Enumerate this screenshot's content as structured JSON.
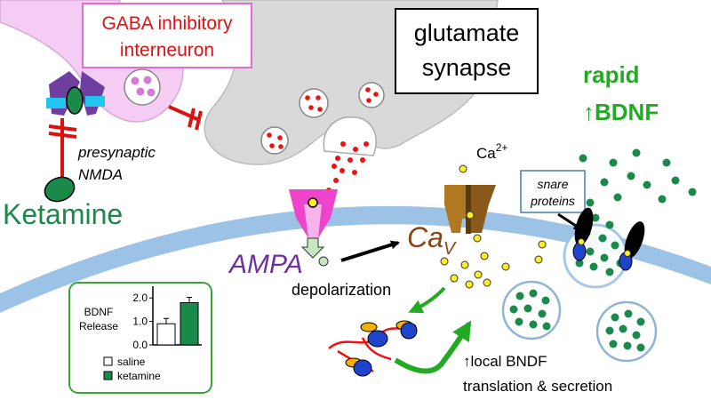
{
  "labels": {
    "gaba_line1": "GABA inhibitory",
    "gaba_line2": "interneuron",
    "synapse_line1": "glutamate",
    "synapse_line2": "synapse",
    "rapid": "rapid",
    "bdnf_up": "↑BDNF",
    "presyn_line1": "presynaptic",
    "presyn_line2": "NMDA",
    "ketamine": "Ketamine",
    "ca2_base": "Ca",
    "ca2_sup": "2+",
    "snare_line1": "snare",
    "snare_line2": "proteins",
    "cav_base": "Ca",
    "cav_sub": "V",
    "ampa": "AMPA",
    "depolarization": "depolarization",
    "local_line1": "↑local BNDF",
    "local_line2": "translation & secretion"
  },
  "inset": {
    "ylabel_line1": "BDNF",
    "ylabel_line2": "Release",
    "legend": [
      {
        "label": "saline",
        "color": "#ffffff"
      },
      {
        "label": "ketamine",
        "color": "#1a8a4a"
      }
    ]
  },
  "chart_data": {
    "type": "bar",
    "categories": [
      "saline",
      "ketamine"
    ],
    "values": [
      0.9,
      1.8
    ],
    "ylabel": "BDNF Release",
    "ylim": [
      0,
      2.5
    ],
    "yticks": [
      "0.0",
      "1.0",
      "2.0"
    ],
    "colors": [
      "#ffffff",
      "#1a8a4a"
    ]
  },
  "colors": {
    "membrane": "#9cc3e6",
    "gaba_cell": "#f4ccf4",
    "presyn_terminal": "#d9d9d9",
    "glutamate": "#ee1111",
    "bdnf": "#1a8a4a",
    "calcium": "#ffee22",
    "inhibition": "#dd1111",
    "arrow_green": "#22aa22",
    "ampa_receptor": "#ee44cc",
    "cav_channel": "#8b5a1a"
  }
}
